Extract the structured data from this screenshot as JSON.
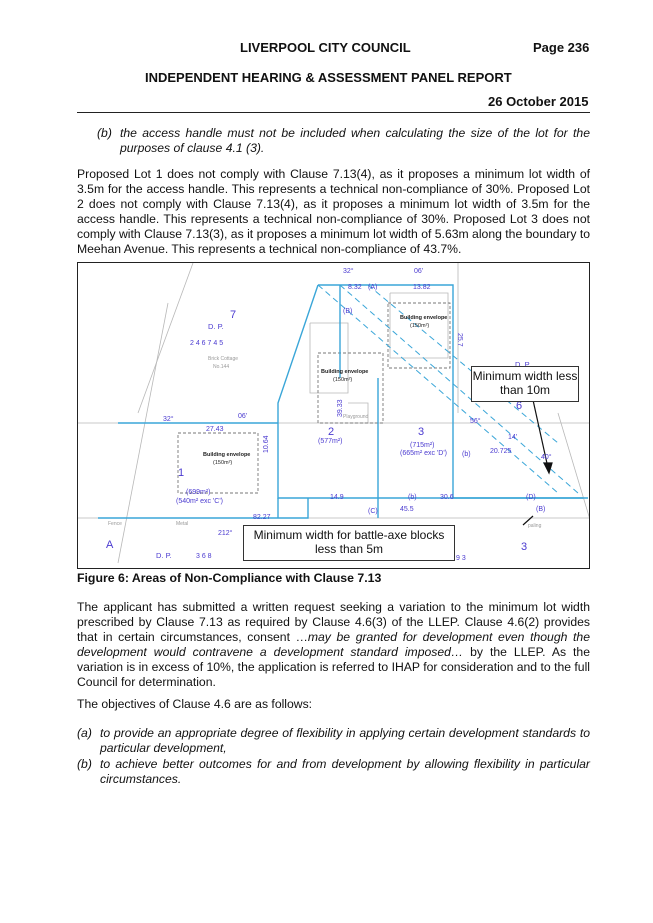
{
  "header": {
    "council": "LIVERPOOL CITY COUNCIL",
    "page": "Page 236",
    "report": "INDEPENDENT HEARING & ASSESSMENT PANEL REPORT",
    "date": "26 October 2015"
  },
  "clause_b": {
    "marker": "(b)",
    "text": "the access handle must not be included when calculating the size of the lot for the purposes of clause 4.1 (3)."
  },
  "para1": "Proposed Lot 1 does not comply with Clause 7.13(4), as it proposes a minimum lot width of 3.5m for the access handle. This represents a technical non-compliance of 30%. Proposed Lot 2 does not comply with Clause 7.13(4), as it proposes a minimum lot width of 3.5m for the access handle. This represents a technical non-compliance of 30%. Proposed Lot 3 does not comply with Clause 7.13(3), as it proposes a minimum lot width of 5.63m along the boundary to Meehan Avenue. This represents a technical non-compliance of 43.7%.",
  "figure": {
    "callout_top": "Minimum width less than 10m",
    "callout_bottom": "Minimum width for battle-axe blocks less than 5m",
    "labels": {
      "lot7": "7",
      "lot1": "1",
      "lot2": "2",
      "lot3": "3",
      "lot6": "6",
      "lotA": "A",
      "lot3b": "3",
      "dp_top": "D. P.",
      "dp_right": "D. P",
      "dp_bottom": "D. P.",
      "row_nums_top": "2 4 6 7 4 5",
      "row_nums_bottom": "3 6 8",
      "row_nums_right": "9 3",
      "env1": "Building envelope",
      "env1_area": "(150m²)",
      "env2": "Building envelope",
      "env2_area": "(150m²)",
      "env3": "Building envelope",
      "env3_area": "(150m²)",
      "area1": "(699m²)",
      "area1_exc": "(540m² exc 'C')",
      "area2": "(577m²)",
      "area3": "(715m²)",
      "area3_exc": "(665m² exc 'D')",
      "dim_32_top": "32°",
      "dim_06_top": "06'",
      "dim_832": "8.32",
      "dim_1382": "13.82",
      "dim_32_left": "32°",
      "dim_06_left": "06'",
      "dim_2743": "27.43",
      "dim_1064": "10.64",
      "dim_3933": "39.33",
      "dim_257": "25.7",
      "dim_149": "14.9",
      "dim_306": "30.6",
      "dim_455": "45.5",
      "dim_8227": "82.27",
      "dim_20725": "20.725",
      "dim_56": "56°",
      "dim_14": "14'",
      "dim_40": "40°",
      "dim_212": "212°",
      "tag_A": "(A)",
      "tag_B": "(B)",
      "tag_b2": "(b)",
      "tag_c": "(C)",
      "tag_D": "(D)",
      "tag_B_right": "(B)",
      "playground": "Playground",
      "brick_cottage": "Brick Cottage",
      "no": "No.144",
      "fence": "Fence",
      "metal": "Metal",
      "paling": "paling"
    }
  },
  "caption": "Figure 6: Areas of Non-Compliance with Clause 7.13",
  "para2": {
    "part1": "The applicant has submitted a written request seeking a variation to the minimum lot width prescribed by Clause 7.13 as required by Clause 4.6(3) of the LLEP. Clause 4.6(2) provides that in certain circumstances, consent …",
    "part2": "may be granted for development even though the development would contravene a development standard imposed…",
    "part3": " by the LLEP. As the variation is in excess of 10%, the application is referred to IHAP for consideration and to the full Council for determination."
  },
  "para3": "The objectives of Clause 4.6 are as follows:",
  "objectives": [
    {
      "marker": "(a)",
      "text": "to provide an appropriate degree of flexibility in applying certain development standards to particular development,"
    },
    {
      "marker": "(b)",
      "text": "to achieve better outcomes for and from development by allowing flexibility in particular circumstances."
    }
  ],
  "colors": {
    "boundary": "#3aa6d8",
    "text_blue": "#4a3ad0",
    "purple": "#8a4ad0",
    "sketch": "#9a9a9a"
  }
}
